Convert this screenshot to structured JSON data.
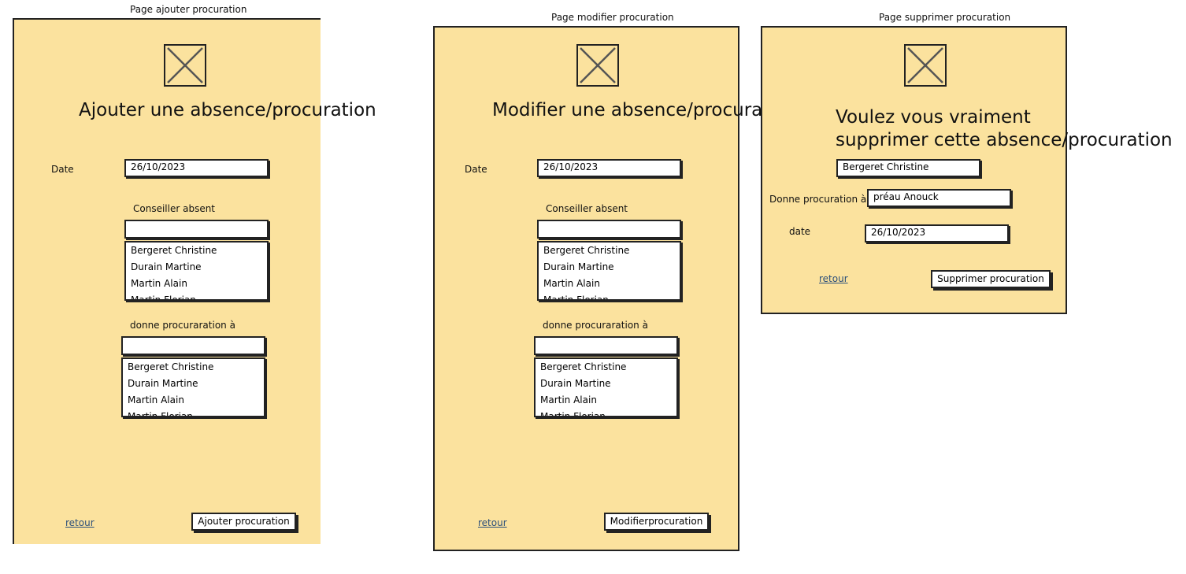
{
  "pages": {
    "add": {
      "caption": "Page ajouter procuration",
      "title": "Ajouter une absence/procuration",
      "date_label": "Date",
      "date_value": "26/10/2023",
      "absent_label": "Conseiller absent",
      "absent_search_value": "",
      "absent_options": [
        "Bergeret Christine",
        "Durain Martine",
        "Martin Alain",
        "Martin Florian"
      ],
      "proxy_label": "donne procuraration à",
      "proxy_search_value": "",
      "proxy_options": [
        "Bergeret Christine",
        "Durain Martine",
        "Martin Alain",
        "Martin Florian"
      ],
      "back_link": "retour",
      "submit_label": "Ajouter procuration"
    },
    "edit": {
      "caption": "Page modifier procuration",
      "title": "Modifier une absence/procuration",
      "date_label": "Date",
      "date_value": "26/10/2023",
      "absent_label": "Conseiller absent",
      "absent_search_value": "",
      "absent_options": [
        "Bergeret Christine",
        "Durain Martine",
        "Martin Alain",
        "Martin Florian"
      ],
      "proxy_label": "donne procuraration à",
      "proxy_search_value": "",
      "proxy_options": [
        "Bergeret Christine",
        "Durain Martine",
        "Martin Alain",
        "Martin Florian"
      ],
      "back_link": "retour",
      "submit_label": "Modifierprocuration"
    },
    "delete": {
      "caption": "Page supprimer procuration",
      "title_line1": "Voulez vous vraiment",
      "title_line2": "supprimer cette absence/procuration",
      "name_value": "Bergeret Christine",
      "proxy_label": "Donne procuration à",
      "proxy_value": "préau Anouck",
      "date_label": "date",
      "date_value": "26/10/2023",
      "back_link": "retour",
      "submit_label": "Supprimer procuration"
    }
  },
  "colors": {
    "page_background": "#fbe29e",
    "border": "#222222",
    "link": "#2b4f7a"
  },
  "icons": {
    "image_placeholder": "image-placeholder-icon"
  }
}
